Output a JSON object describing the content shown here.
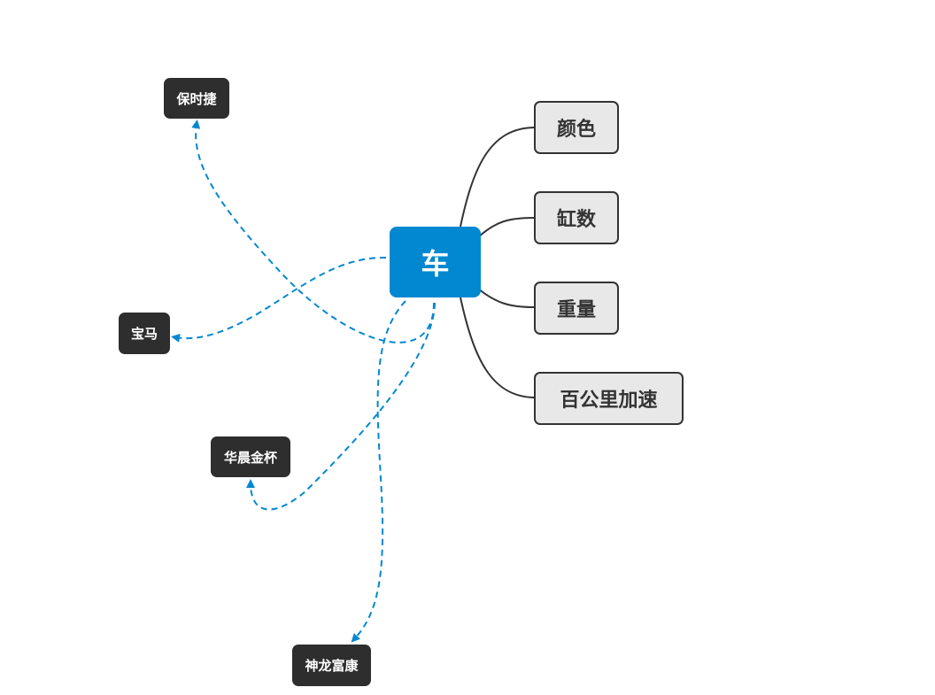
{
  "mindmap": {
    "root": {
      "label": "车",
      "color": "#0288d1"
    },
    "branches": [
      {
        "label": "颜色"
      },
      {
        "label": "缸数"
      },
      {
        "label": "重量"
      },
      {
        "label": "百公里加速"
      }
    ],
    "floating_topics": [
      {
        "label": "保时捷"
      },
      {
        "label": "宝马"
      },
      {
        "label": "华晨金杯"
      },
      {
        "label": "神龙富康"
      }
    ],
    "colors": {
      "branch_fill": "#e8e8e8",
      "branch_border": "#333333",
      "floating_fill": "#2e2e2e",
      "relationship_line": "#0288d1",
      "branch_line": "#333333"
    }
  }
}
